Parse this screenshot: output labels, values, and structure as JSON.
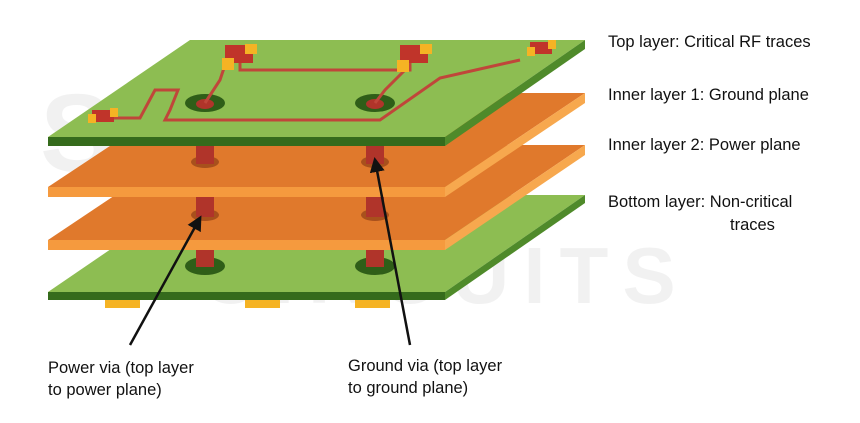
{
  "watermark": {
    "line1": "SIERRA",
    "line2": "CIRCUITS"
  },
  "layer_labels": {
    "top": "Top layer: Critical RF traces",
    "inner1": "Inner layer 1: Ground plane",
    "inner2": "Inner layer 2: Power plane",
    "bottom_line1": "Bottom layer: Non-critical",
    "bottom_line2": "traces"
  },
  "callouts": {
    "power_via_line1": "Power via (top layer",
    "power_via_line2": "to power plane)",
    "ground_via_line1": "Ground via (top layer",
    "ground_via_line2": "to ground plane)"
  },
  "colors": {
    "green_top": "#8dbd52",
    "green_edge": "#356b1c",
    "orange_top": "#e0792c",
    "orange_edge": "#f59a3e",
    "via": "#b0342a",
    "trace": "#c0463a",
    "pad": "#f5b324"
  }
}
